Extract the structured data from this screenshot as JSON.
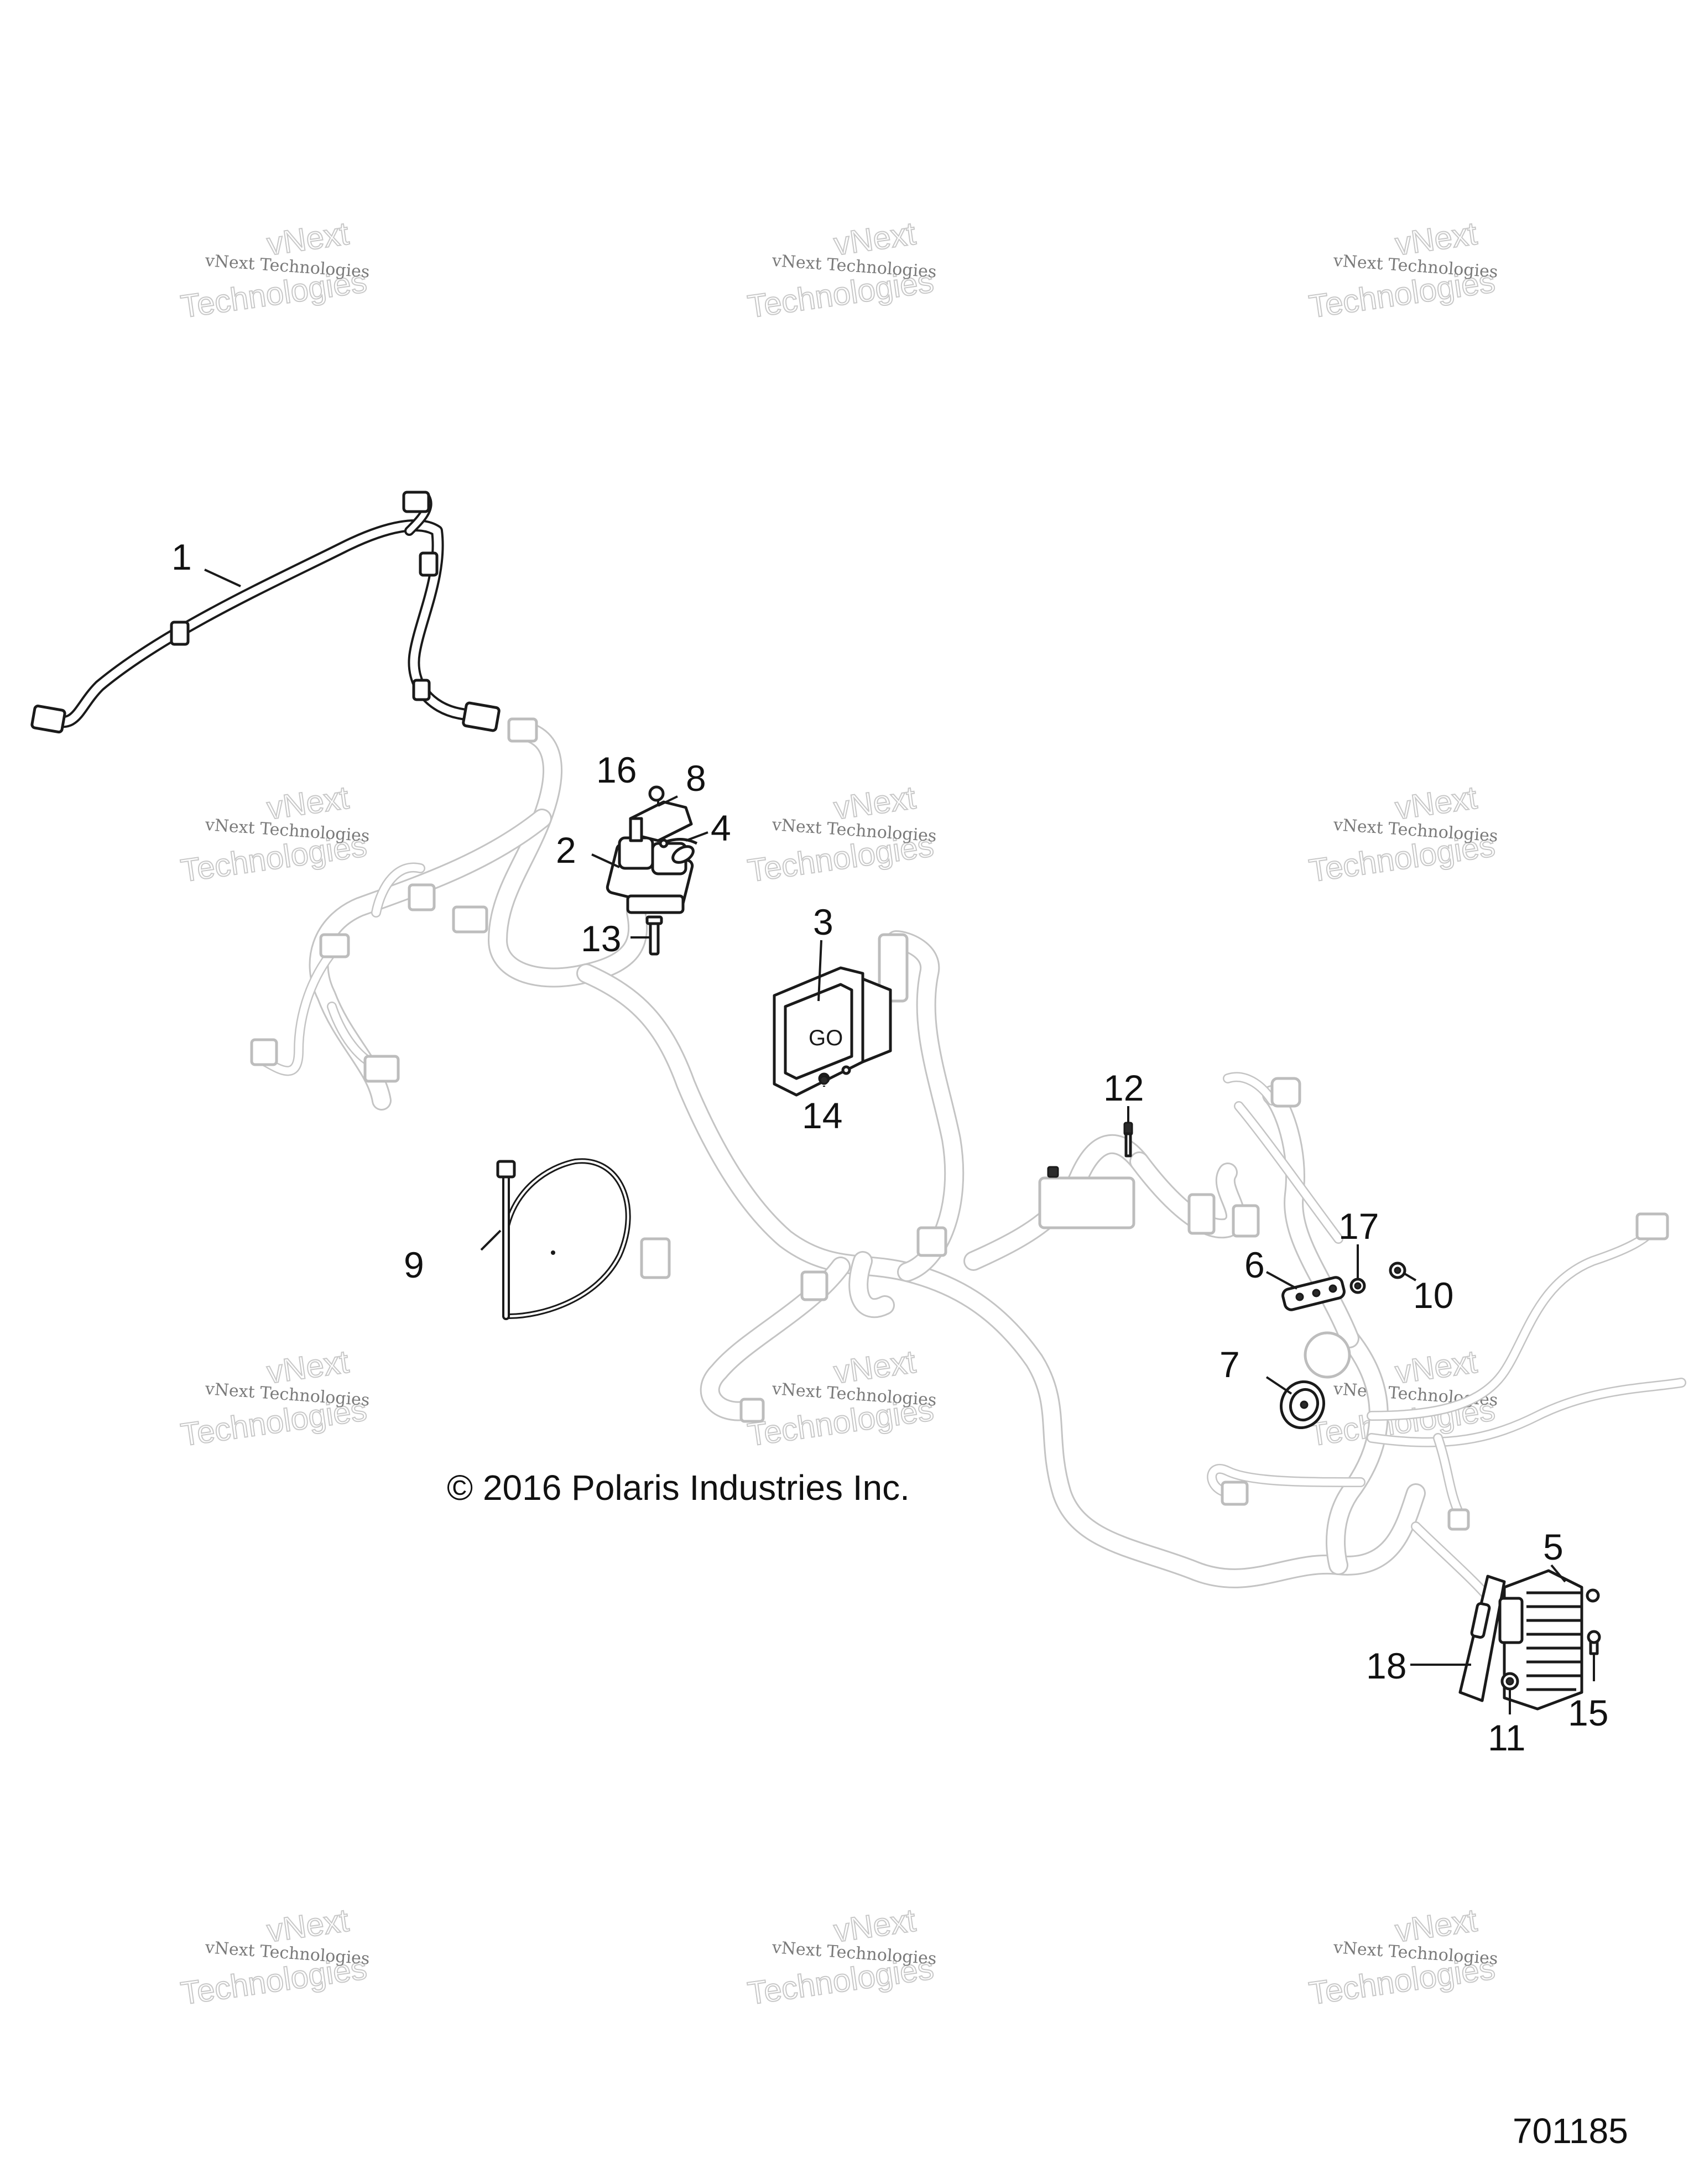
{
  "figure_number": "701185",
  "copyright": "© 2016 Polaris Industries Inc.",
  "watermark": {
    "line_small": "vNext Technologies",
    "line_large_1": "vNext",
    "line_large_2": "Technologies"
  },
  "callouts": [
    {
      "label": "1"
    },
    {
      "label": "2"
    },
    {
      "label": "3"
    },
    {
      "label": "4"
    },
    {
      "label": "5"
    },
    {
      "label": "6"
    },
    {
      "label": "7"
    },
    {
      "label": "8"
    },
    {
      "label": "9"
    },
    {
      "label": "10"
    },
    {
      "label": "11"
    },
    {
      "label": "12"
    },
    {
      "label": "13"
    },
    {
      "label": "14"
    },
    {
      "label": "15"
    },
    {
      "label": "16"
    },
    {
      "label": "17"
    },
    {
      "label": "18"
    }
  ]
}
